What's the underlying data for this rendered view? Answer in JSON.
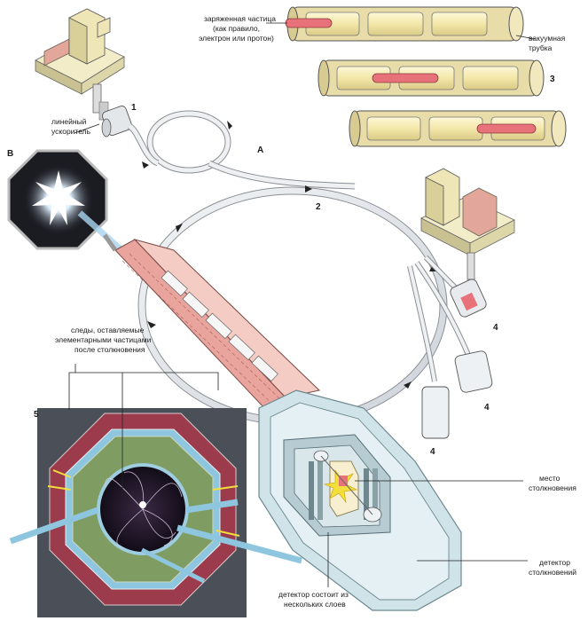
{
  "labels": {
    "particle": [
      "заряженная частица",
      "(как правило,",
      "электрон или протон)"
    ],
    "vacuum_tube": [
      "вакуумная",
      "трубка"
    ],
    "linear_accelerator": [
      "линейный",
      "ускоритель"
    ],
    "tracks": [
      "следы, оставляемые",
      "элементарными частицами",
      "после столкновения"
    ],
    "collision_point": [
      "место",
      "столкновения"
    ],
    "collision_detector": [
      "детектор",
      "столкновений"
    ],
    "detector_layers": [
      "детектор состоит из",
      "нескольких слоев"
    ]
  },
  "markers": {
    "n1": "1",
    "n2": "2",
    "n3": "3",
    "n4a": "4",
    "n4b": "4",
    "n4c": "4",
    "n5": "5",
    "a": "A",
    "b": "B"
  },
  "colors": {
    "tube_yellow": "#f6ecb4",
    "tube_outer": "#e6d9a6",
    "particle_red": "#e7727a",
    "brick": "#e9a59d",
    "ring_green": "#7f9c63",
    "ring_red": "#9b3b4c",
    "ring_blue": "#8fc6df",
    "detector_blue": "#cfe3e8",
    "building": "#efe6b8",
    "dark_space": "#1b1b22"
  }
}
